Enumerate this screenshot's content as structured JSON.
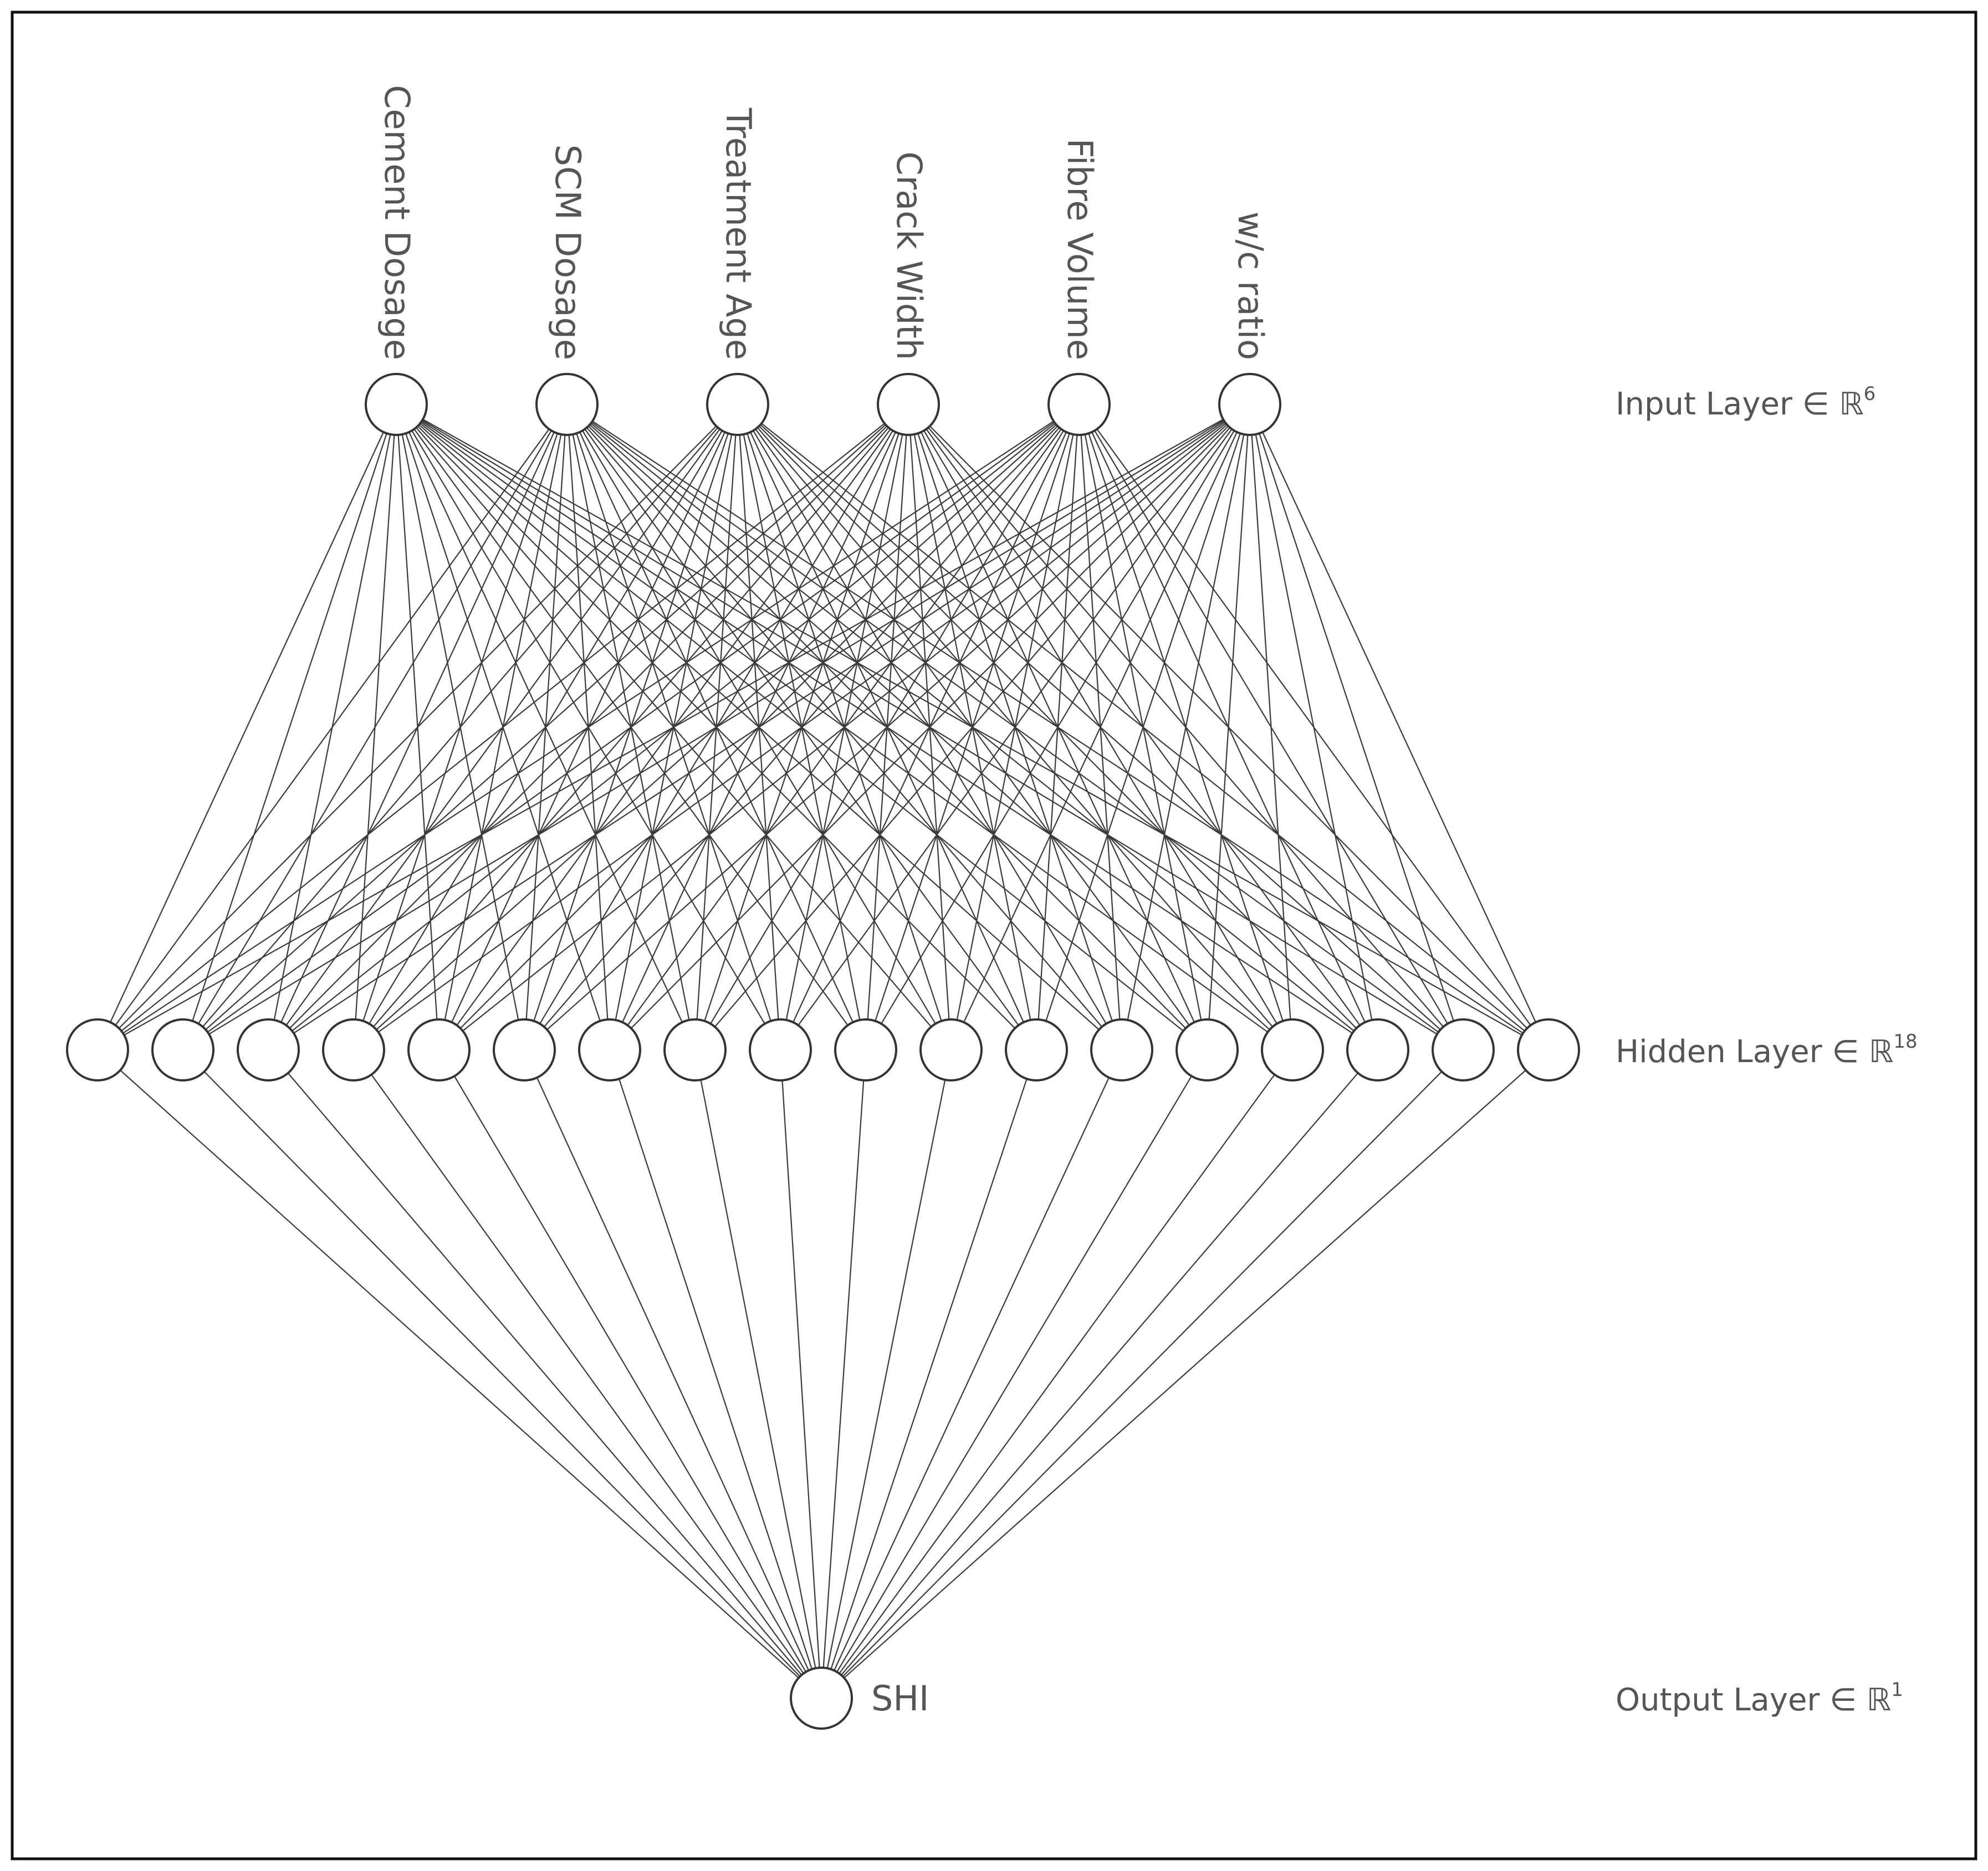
{
  "diagram": {
    "input_nodes": [
      "Cement Dosage",
      "SCM Dosage",
      "Treatment Age",
      "Crack Width",
      "Fibre Volume",
      "w/c ratio"
    ],
    "hidden_node_count": 18,
    "output_node": "SHI",
    "layers": {
      "input": {
        "text": "Input Layer ∈ ℝ",
        "superscript": "6"
      },
      "hidden": {
        "text": "Hidden Layer ∈ ℝ",
        "superscript": "18"
      },
      "output": {
        "text": "Output Layer ∈ ℝ",
        "superscript": "1"
      }
    },
    "fully_connected": true
  }
}
